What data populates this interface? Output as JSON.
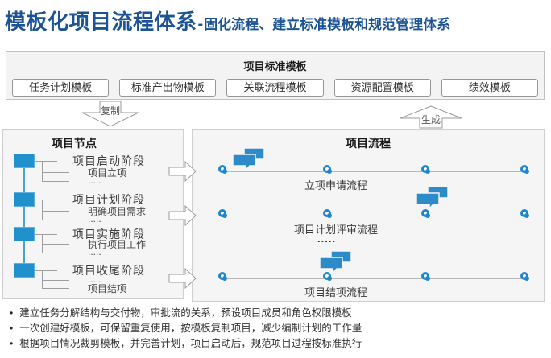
{
  "page": {
    "title_main": "模板化项目流程体系",
    "title_sep": "-",
    "title_sub": "固化流程、建立标准模板和规范管理体系"
  },
  "templates": {
    "header": "项目标准模板",
    "items": [
      "任务计划模板",
      "标准产出物模板",
      "关联流程模板",
      "资源配置模板",
      "绩效模板"
    ]
  },
  "arrows": {
    "copy": "复制",
    "generate": "生成"
  },
  "nodes": {
    "header": "项目节点",
    "stages": [
      {
        "label": "项目启动阶段",
        "subs": [
          "项目立项",
          "....."
        ]
      },
      {
        "label": "项目计划阶段",
        "subs": [
          "明确项目需求",
          "....."
        ]
      },
      {
        "label": "项目实施阶段",
        "subs": [
          "执行项目工作",
          "....."
        ]
      },
      {
        "label": "项目收尾阶段",
        "subs": [
          ".....",
          "项目结项"
        ]
      }
    ]
  },
  "flows": {
    "header": "项目流程",
    "rows": [
      {
        "label": "立项申请流程"
      },
      {
        "label": "项目计划评审流程"
      },
      {
        "label": "项目结项流程"
      }
    ],
    "ellipsis": "....."
  },
  "notes": [
    "建立任务分解结构与交付物，审批流的关系，预设项目成员和角色权限模板",
    "一次创建好模板，可保留重复使用，按模板复制项目，减少编制计划的工作量",
    "根据项目情况裁剪模板，并完善计划，项目启动后，规范项目过程按标准执行"
  ],
  "colors": {
    "accent_blue": "#2191ce",
    "node_blue": "#1d86cf",
    "title_blue": "#1b5394",
    "panel_bg": "#f5f5f5",
    "line_gray": "#9f9f9f"
  }
}
